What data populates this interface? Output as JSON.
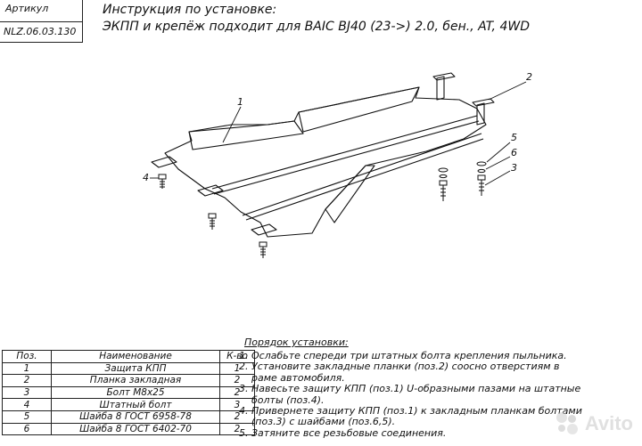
{
  "header": {
    "article_label": "Артикул",
    "article_code": "NLZ.06.03.130",
    "title_line1": "Инструкция по установке:",
    "title_line2": "ЭКПП и крепёж подходит для BAIC BJ40 (23->) 2.0, бен., AT, 4WD"
  },
  "callouts": [
    "1",
    "2",
    "3",
    "4",
    "5",
    "6"
  ],
  "table": {
    "headers": [
      "Поз.",
      "Наименование",
      "К-во"
    ],
    "rows": [
      [
        "1",
        "Защита КПП",
        "1"
      ],
      [
        "2",
        "Планка закладная",
        "2"
      ],
      [
        "3",
        "Болт M8x25",
        "2"
      ],
      [
        "4",
        "Штатный болт",
        "3"
      ],
      [
        "5",
        "Шайба 8 ГОСТ 6958-78",
        "2"
      ],
      [
        "6",
        "Шайба 8 ГОСТ 6402-70",
        "2"
      ]
    ]
  },
  "procedure": {
    "title": "Порядок установки:",
    "steps": [
      {
        "n": "1.",
        "text": "Ослабьте спереди три штатных болта крепления пыльника."
      },
      {
        "n": "2.",
        "text": "Установите закладные планки (поз.2) соосно отверстиям в\nраме автомобиля."
      },
      {
        "n": "3.",
        "text": "Навесьте защиту КПП (поз.1) U-образными пазами на штатные\nболты (поз.4)."
      },
      {
        "n": "4.",
        "text": "Привернете защиту КПП (поз.1) к закладным планкам болтами\n(поз.3) с шайбами (поз.6,5)."
      },
      {
        "n": "5.",
        "text": "Затяните все резьбовые соединения."
      }
    ]
  },
  "watermark": {
    "text": "Avito",
    "icon": "avito-dots-icon"
  }
}
